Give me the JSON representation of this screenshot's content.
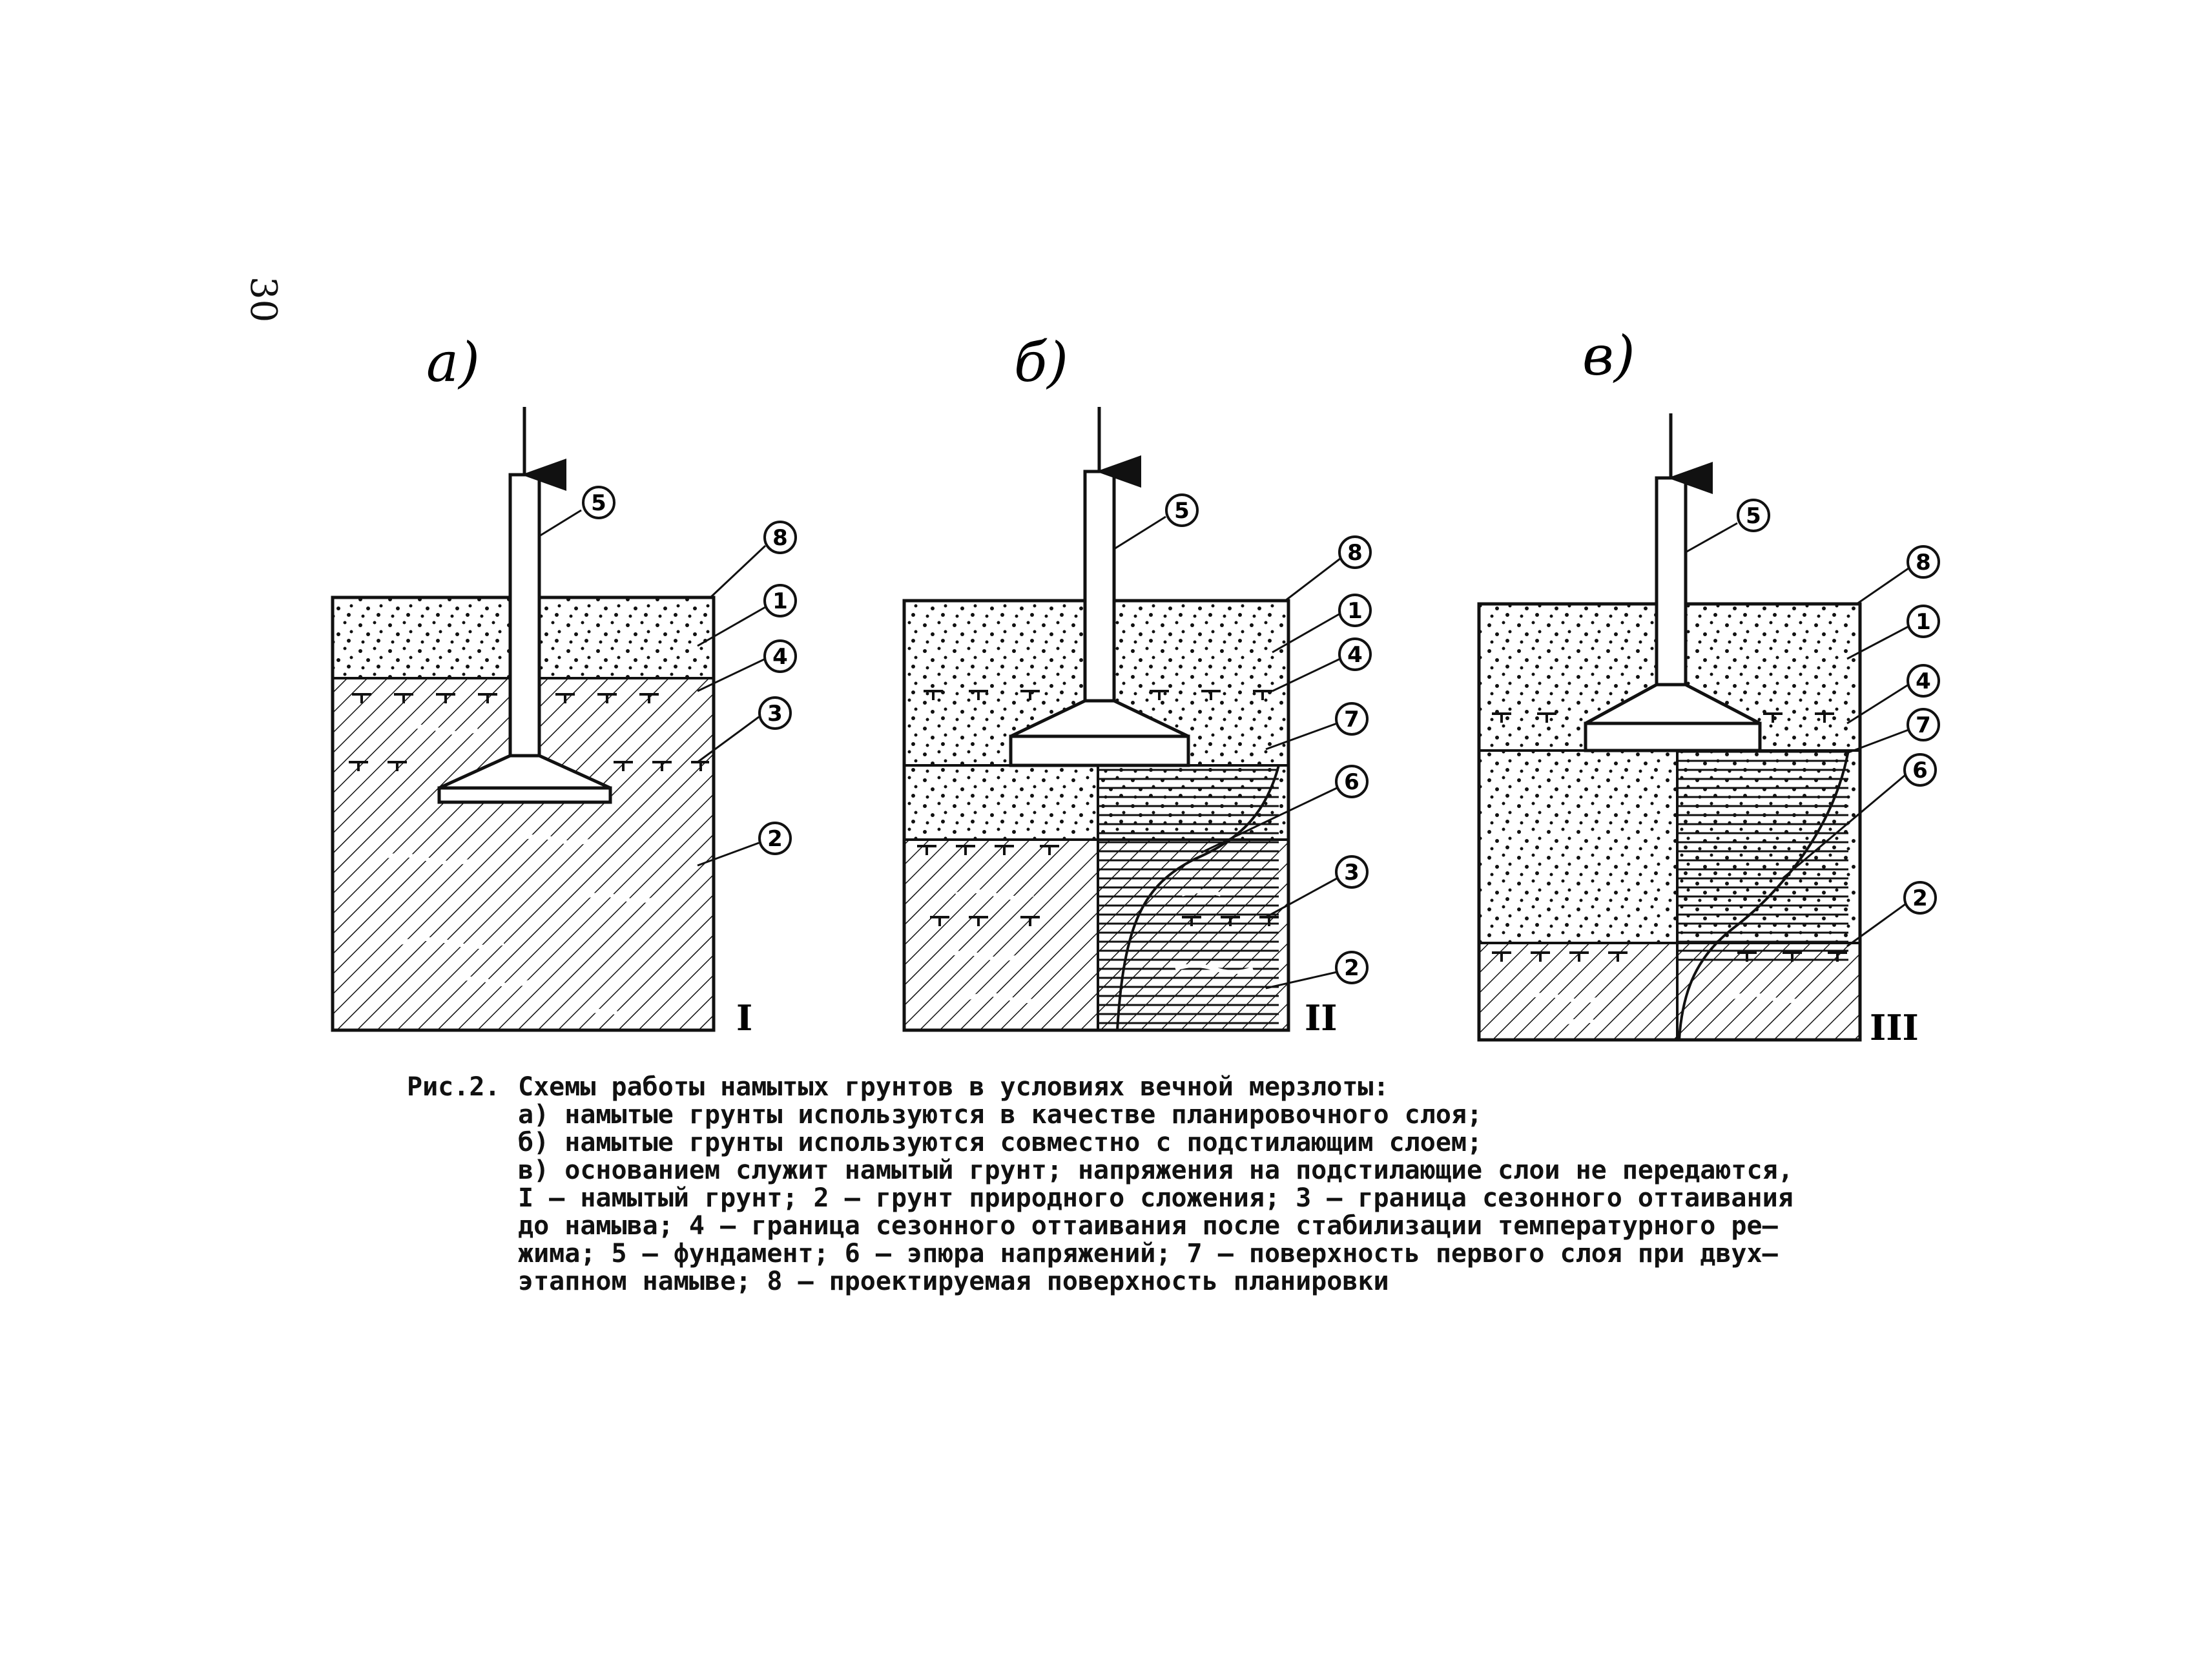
{
  "page_number": "30",
  "panels": [
    {
      "letter": "а)",
      "roman": "I",
      "callouts": [
        "5",
        "8",
        "1",
        "4",
        "3",
        "2"
      ]
    },
    {
      "letter": "б)",
      "roman": "II",
      "callouts": [
        "5",
        "8",
        "1",
        "4",
        "7",
        "6",
        "3",
        "2"
      ]
    },
    {
      "letter": "в)",
      "roman": "III",
      "callouts": [
        "5",
        "8",
        "1",
        "4",
        "7",
        "6",
        "2"
      ]
    }
  ],
  "caption": {
    "label": "Рис.2.",
    "title": "Схемы работы намытых грунтов в условиях вечной мерзлоты:",
    "lines": [
      "а) намытые грунты используются в качестве планировочного слоя;",
      "б) намытые грунты используются совместно с подстилающим слоем;",
      "в) основанием служит намытый грунт; напряжения на подстилающие слои не передаются,",
      "I – намытый грунт; 2 – грунт природного сложения; 3 – граница сезонного оттаивания",
      "до намыва; 4 – граница сезонного оттаивания после стабилизации температурного ре–",
      "жима; 5 – фундамент; 6 – эпюра напряжений; 7 – поверхность первого слоя при двух–",
      "этапном намыве; 8 – проектируемая поверхность планировки"
    ]
  }
}
